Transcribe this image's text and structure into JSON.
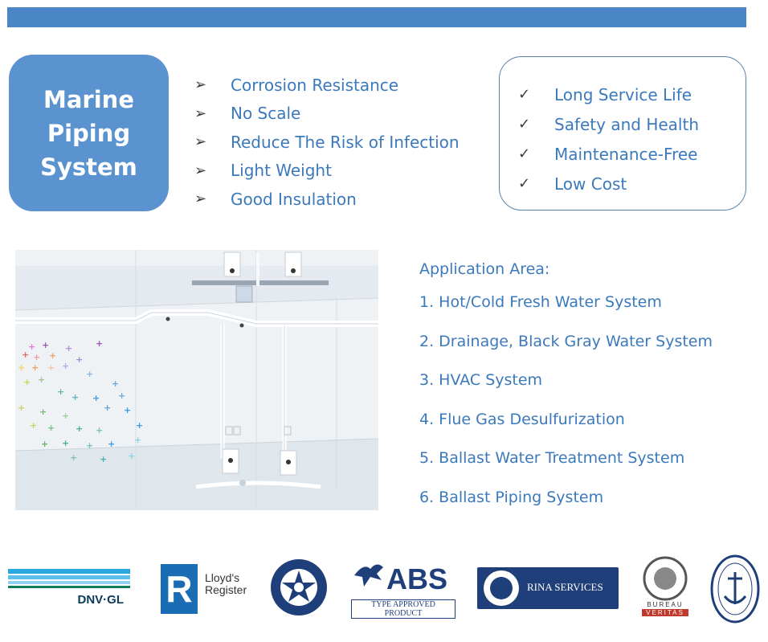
{
  "title": {
    "lines": [
      "Marine",
      "Piping",
      "System"
    ]
  },
  "features": [
    "Corrosion Resistance",
    "No Scale",
    "Reduce The Risk of Infection",
    "Light Weight",
    "Good Insulation"
  ],
  "benefits": [
    "Long Service Life",
    "Safety and Health",
    "Maintenance-Free",
    "Low Cost"
  ],
  "application": {
    "title": "Application Area:",
    "items": [
      "1.  Hot/Cold Fresh Water System",
      "2.  Drainage, Black Gray Water System",
      "3.  HVAC System",
      "4.  Flue Gas Desulfurization",
      "5.  Ballast Water Treatment System",
      "6.  Ballast Piping System"
    ]
  },
  "logos": {
    "dnv": "DNV·GL",
    "lloyds": [
      "Lloyd's",
      "Register"
    ],
    "abs": "ABS",
    "abs_sub": "TYPE APPROVED PRODUCT",
    "rina": "RINA SERVICES",
    "bureau": [
      "BUREAU",
      "VERITAS"
    ]
  },
  "colors": {
    "accent": "#4a86c5",
    "title_box": "#5a93cf",
    "text_blue": "#3b79bd"
  },
  "icons": {
    "feature": "arrow-bullet-icon",
    "benefit": "check-icon"
  }
}
